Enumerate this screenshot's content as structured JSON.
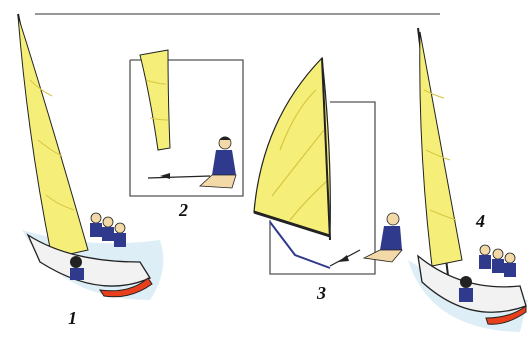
{
  "figure": {
    "colors": {
      "sail": "#f5ef7a",
      "sail_seam": "#d8c640",
      "hull": "#f2f2f2",
      "hull_bottom": "#e8401c",
      "crew_vest": "#2f3a8c",
      "crew_skin": "#f3d9a8",
      "water": "#cfe7f2",
      "line": "#222222",
      "frame": "#555555"
    },
    "panels": [
      {
        "label": "1",
        "content": "sailboat-with-crew"
      },
      {
        "label": "2",
        "content": "sailor-holding-sheet"
      },
      {
        "label": "3",
        "content": "sailor-with-boom-and-mainsail"
      },
      {
        "label": "4",
        "content": "sailboat-with-crew"
      }
    ]
  }
}
